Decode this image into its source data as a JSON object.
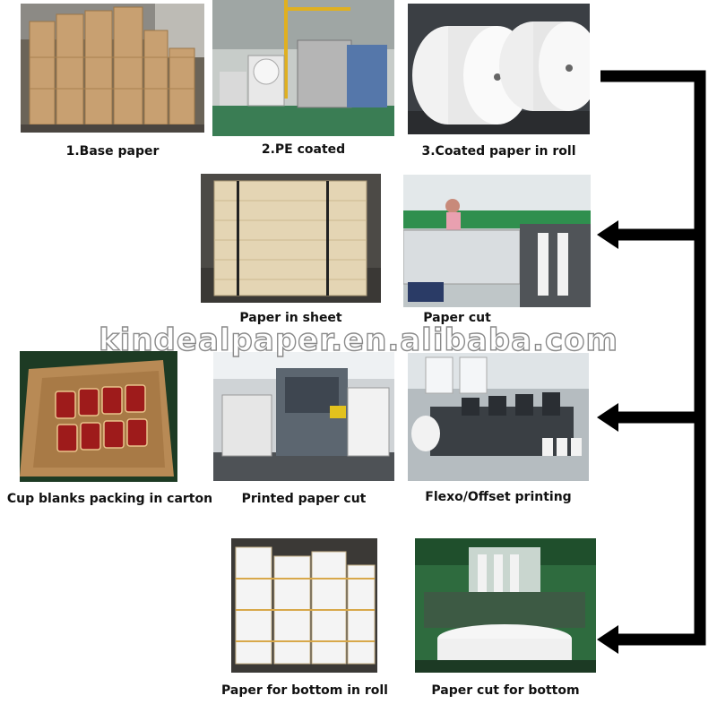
{
  "steps": [
    {
      "id": "base-paper",
      "label": "1.Base paper"
    },
    {
      "id": "pe-coated",
      "label": "2.PE coated"
    },
    {
      "id": "coated-roll",
      "label": "3.Coated paper in roll"
    },
    {
      "id": "paper-sheet",
      "label": "Paper in sheet"
    },
    {
      "id": "paper-cut",
      "label": "Paper cut"
    },
    {
      "id": "cup-blanks-packing",
      "label": "Cup blanks packing in carton"
    },
    {
      "id": "printed-paper-cut",
      "label": "Printed paper cut"
    },
    {
      "id": "flexo-offset-printing",
      "label": "Flexo/Offset printing"
    },
    {
      "id": "bottom-roll",
      "label": "Paper for bottom in roll"
    },
    {
      "id": "bottom-cut",
      "label": "Paper cut for bottom"
    }
  ],
  "watermark": "kindealpaper.en.alibaba.com",
  "colors": {
    "arrow": "#000000",
    "kraft": "#c8a071",
    "white_paper": "#f2f2f2",
    "factory_floor": "#3a7d54",
    "machine_green": "#2f8f4e",
    "cup_red": "#9e1b1b"
  }
}
